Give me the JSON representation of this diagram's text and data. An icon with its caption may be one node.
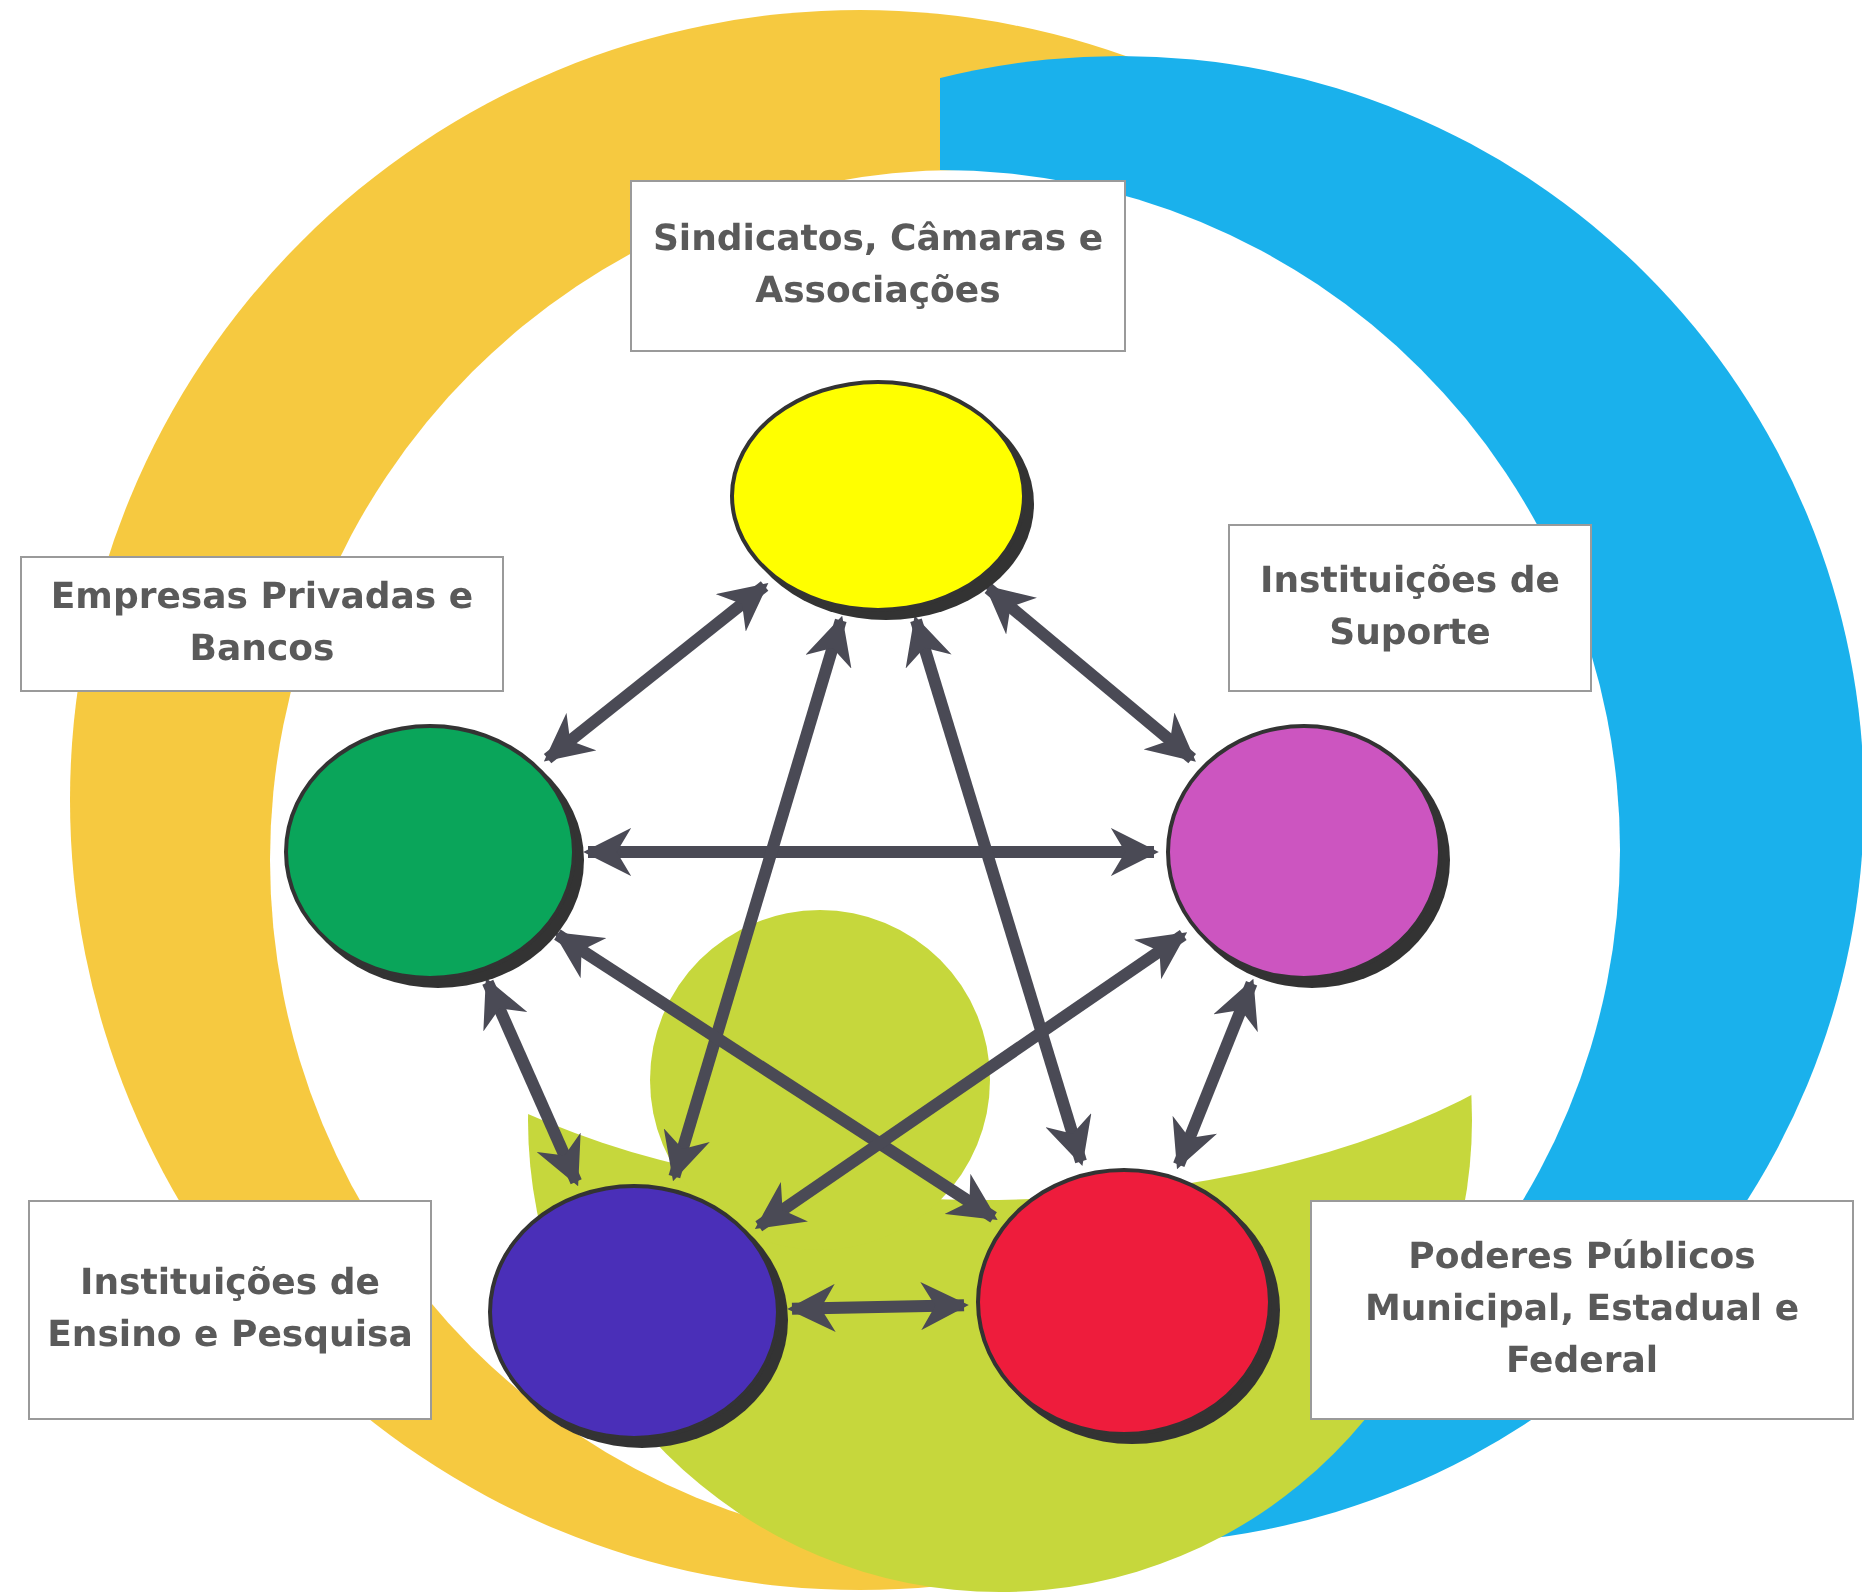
{
  "diagram": {
    "nodes": [
      {
        "text": [
          "Sindicatos, Câmaras e Associações"
        ]
      },
      {
        "text": [],
        "shape": "circle"
      },
      {
        "text": [
          "Empresas Privadas e Bancos"
        ]
      },
      {
        "text": [],
        "shape": "circle"
      },
      {
        "text": [
          "Instituições de Suporte"
        ]
      },
      {
        "text": [],
        "shape": "circle"
      },
      {
        "text": [
          "Instituições de Ensino e Pesquisa"
        ]
      },
      {
        "text": [],
        "shape": "circle"
      },
      {
        "text": [
          "Poderes Públicos Municipal, Estadual e Federal"
        ]
      },
      {
        "text": [],
        "shape": "circle"
      }
    ],
    "edges": [
      {
        "from": 1,
        "to": 3,
        "arrow": "both"
      },
      {
        "from": 1,
        "to": 5,
        "arrow": "both"
      },
      {
        "from": 3,
        "to": 5,
        "arrow": "both"
      },
      {
        "from": 1,
        "to": 7,
        "arrow": "both"
      },
      {
        "from": 1,
        "to": 9,
        "arrow": "both"
      },
      {
        "from": 3,
        "to": 9,
        "arrow": "both"
      },
      {
        "from": 5,
        "to": 7,
        "arrow": "both"
      },
      {
        "from": 3,
        "to": 7,
        "arrow": "both"
      },
      {
        "from": 5,
        "to": 9,
        "arrow": "both"
      },
      {
        "from": 7,
        "to": 9,
        "arrow": "both"
      }
    ]
  }
}
